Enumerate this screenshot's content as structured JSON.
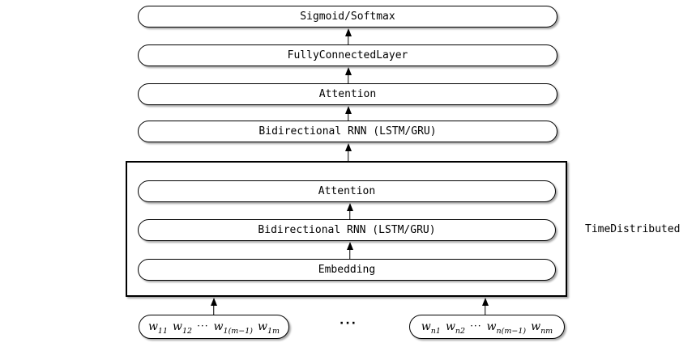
{
  "diagram": {
    "stack": [
      {
        "label": "Sigmoid/Softmax"
      },
      {
        "label": "FullyConnectedLayer"
      },
      {
        "label": "Attention"
      },
      {
        "label": "Bidirectional RNN (LSTM/GRU)"
      }
    ],
    "time_distributed": {
      "label": "TimeDistributed",
      "stack": [
        {
          "label": "Attention"
        },
        {
          "label": "Bidirectional RNN (LSTM/GRU)"
        },
        {
          "label": "Embedding"
        }
      ]
    },
    "inputs": {
      "left": {
        "tokens": [
          {
            "t": "w",
            "s": "11"
          },
          {
            "t": "w",
            "s": "12"
          },
          {
            "t": "···",
            "s": ""
          },
          {
            "t": "w",
            "s": "1(m−1)"
          },
          {
            "t": "w",
            "s": "1m"
          }
        ]
      },
      "right": {
        "tokens": [
          {
            "t": "w",
            "s": "n1"
          },
          {
            "t": "w",
            "s": "n2"
          },
          {
            "t": "···",
            "s": ""
          },
          {
            "t": "w",
            "s": "n(m−1)"
          },
          {
            "t": "w",
            "s": "nm"
          }
        ]
      },
      "separator": "···"
    },
    "colors": {
      "line": "#000000",
      "fill": "#ffffff",
      "background": "#ffffff",
      "shadow": "rgba(0,0,0,0.35)"
    }
  }
}
